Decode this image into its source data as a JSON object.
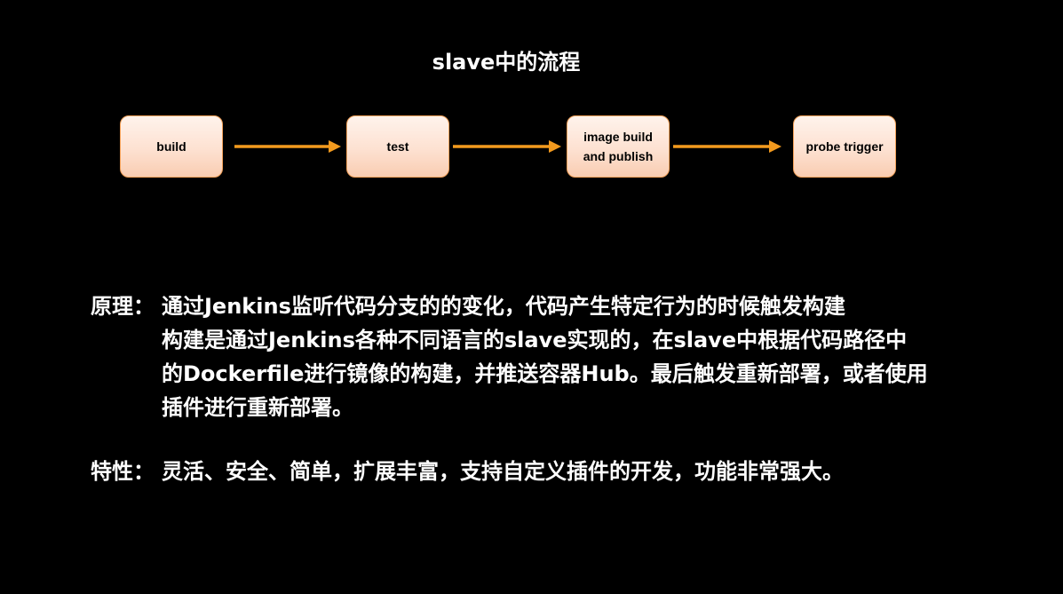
{
  "title": "slave中的流程",
  "flow": {
    "steps": [
      {
        "label": "build"
      },
      {
        "label": "test"
      },
      {
        "label": "image build\nand publish"
      },
      {
        "label": "probe trigger"
      }
    ],
    "colors": {
      "box_border": "#f4a25a",
      "box_fill": "#fde1d1",
      "arrow": "#f39a1e"
    }
  },
  "principle": {
    "label": "原理：",
    "lines": "通过Jenkins监听代码分支的的变化，代码产生特定行为的时候触发构建\n构建是通过Jenkins各种不同语言的slave实现的，在slave中根据代码路径中\n的Dockerfile进行镜像的构建，并推送容器Hub。最后触发重新部署，或者使用\n插件进行重新部署。"
  },
  "features": {
    "label": "特性：",
    "text": "灵活、安全、简单，扩展丰富，支持自定义插件的开发，功能非常强大。"
  }
}
